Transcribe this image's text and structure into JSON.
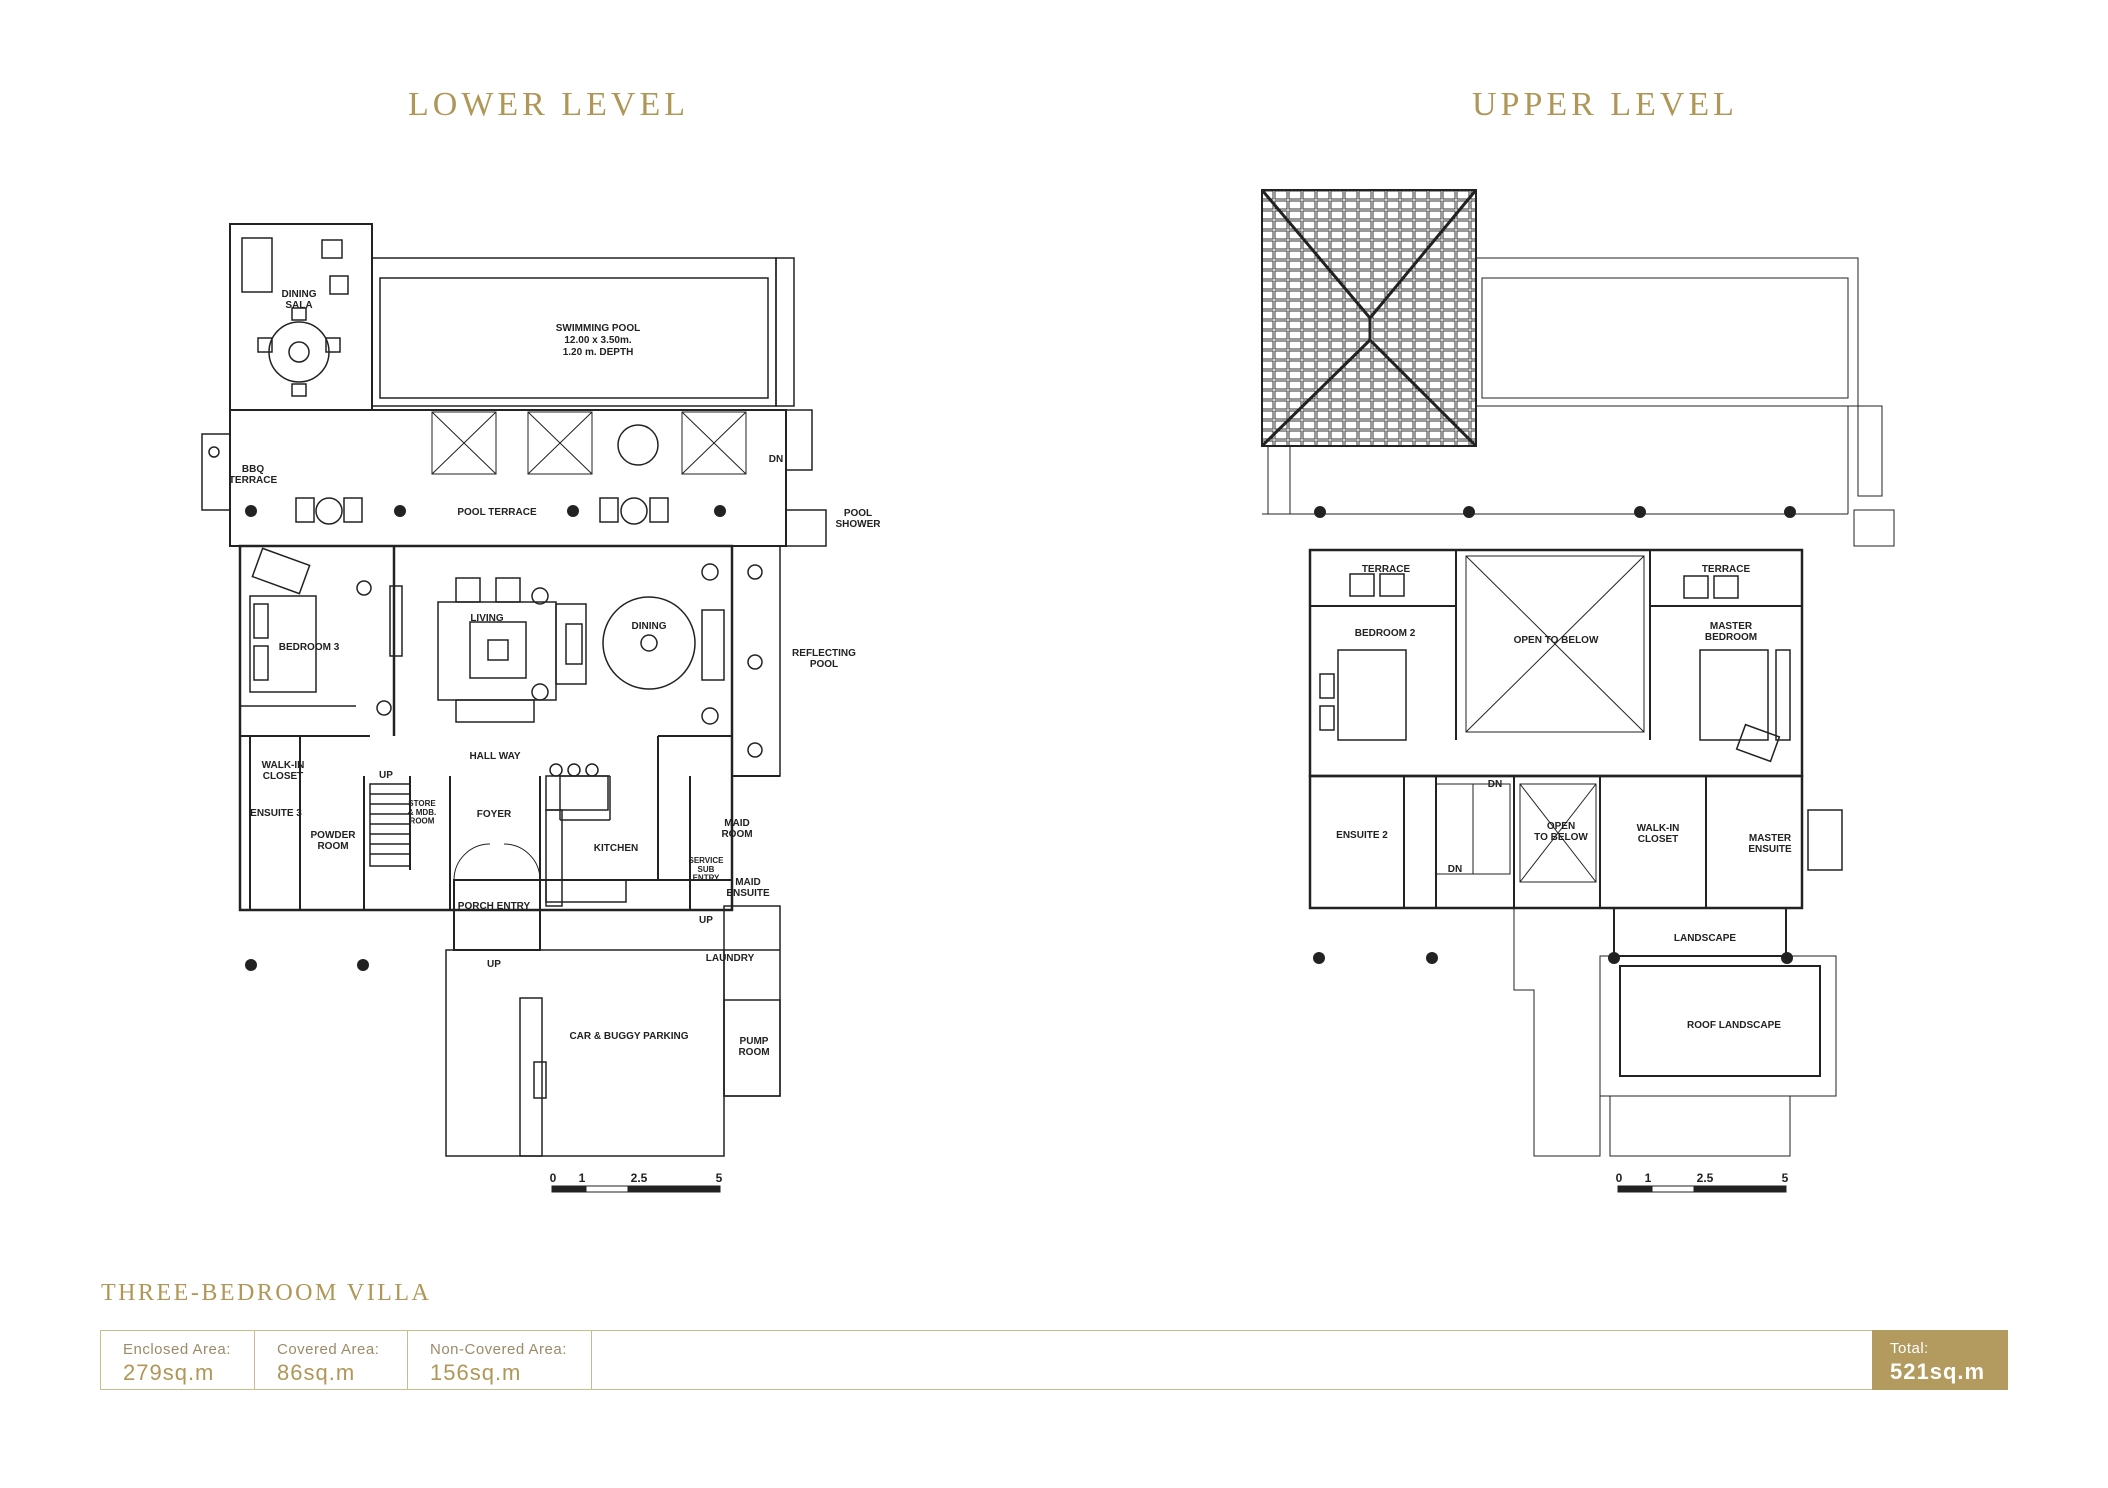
{
  "headings": {
    "lower_level": "LOWER LEVEL",
    "upper_level": "UPPER LEVEL",
    "villa_name": "THREE-BEDROOM VILLA"
  },
  "lower_plan": {
    "rooms": {
      "dining_sala": "DINING\nSALA",
      "swimming_pool": "SWIMMING POOL",
      "pool_size": "12.00 x 3.50m.",
      "pool_depth": "1.20 m. DEPTH",
      "bbq_terrace": "BBQ\nTERRACE",
      "pool_terrace": "POOL TERRACE",
      "pool_shower": "POOL\nSHOWER",
      "dn": "DN",
      "bedroom_3": "BEDROOM 3",
      "living": "LIVING",
      "dining": "DINING",
      "reflecting_pool": "REFLECTING\nPOOL",
      "walk_in_closet": "WALK-IN\nCLOSET",
      "hall_way": "HALL WAY",
      "up_1": "UP",
      "ensuite_3": "ENSUITE 3",
      "powder_room": "POWDER\nROOM",
      "store_mdb": "STORE\n& MDB.\nROOM",
      "foyer": "FOYER",
      "kitchen": "KITCHEN",
      "maid_room": "MAID\nROOM",
      "service_sub_entry": "SERVICE\nSUB\nENTRY",
      "maid_ensuite": "MAID\nENSUITE",
      "porch_entry": "PORCH ENTRY",
      "up_2": "UP",
      "up_3": "UP",
      "laundry": "LAUNDRY",
      "car_buggy_parking": "CAR & BUGGY PARKING",
      "pump_room": "PUMP\nROOM"
    },
    "scale": [
      "0",
      "1",
      "2.5",
      "5"
    ]
  },
  "upper_plan": {
    "rooms": {
      "terrace_left": "TERRACE",
      "terrace_right": "TERRACE",
      "bedroom_2": "BEDROOM 2",
      "open_to_below_1": "OPEN TO BELOW",
      "master_bedroom": "MASTER\nBEDROOM",
      "dn_1": "DN",
      "ensuite_2": "ENSUITE 2",
      "open_to_below_2": "OPEN\nTO BELOW",
      "dn_2": "DN",
      "walk_in_closet": "WALK-IN\nCLOSET",
      "master_ensuite": "MASTER\nENSUITE",
      "landscape": "LANDSCAPE",
      "roof_landscape": "ROOF LANDSCAPE"
    },
    "scale": [
      "0",
      "1",
      "2.5",
      "5"
    ]
  },
  "areas": {
    "enclosed_label": "Enclosed Area:",
    "enclosed_value": "279sq.m",
    "covered_label": "Covered Area:",
    "covered_value": "86sq.m",
    "non_covered_label": "Non-Covered Area:",
    "non_covered_value": "156sq.m",
    "total_label": "Total:",
    "total_value": "521sq.m"
  },
  "colors": {
    "gold": "#b09657",
    "gold_fill": "#b39a5f",
    "line": "#222222"
  }
}
